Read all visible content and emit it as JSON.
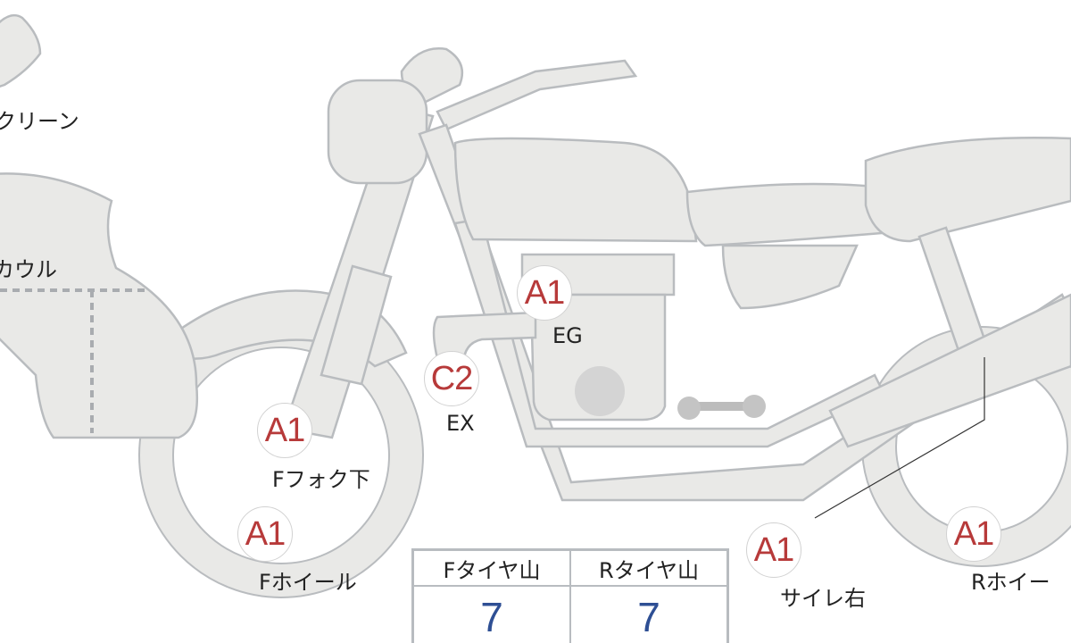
{
  "labels": {
    "screen": "クリーン",
    "cowl": "カウル",
    "engine": "EG",
    "exhaust": "EX",
    "front_fork_lower": "Fフォク下",
    "front_wheel": "Fホイール",
    "silencer_right": "サイレ右",
    "rear_wheel": "Rホイー"
  },
  "grades": {
    "engine": "A1",
    "exhaust": "C2",
    "front_fork_lower": "A1",
    "front_wheel": "A1",
    "silencer_right": "A1",
    "rear_wheel": "A1"
  },
  "tread_table": {
    "headers": [
      "Fタイヤ山",
      "Rタイヤ山"
    ],
    "values": [
      "7",
      "7"
    ]
  },
  "colors": {
    "grade_text": "#b73a3a",
    "tread_value": "#2e4f94",
    "part_fill": "#e9e9e7"
  }
}
